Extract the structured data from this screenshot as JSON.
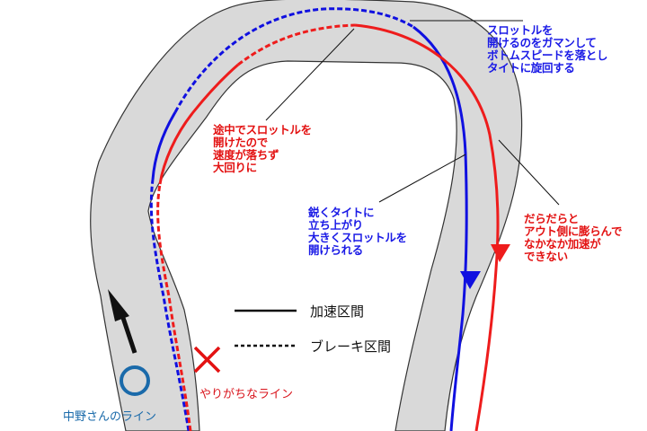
{
  "diagram": {
    "colors": {
      "track_fill": "#d9d9d9",
      "track_edge": "#333333",
      "good_line": "#1010e0",
      "bad_line": "#ee1c1c",
      "good_mark": "#1a6aaa",
      "bad_mark": "#e31212",
      "arrow": "#111111"
    },
    "annotations": {
      "top_right": "スロットルを\n開けるのをガマンして\nボトムスピードを落とし\nタイトに旋回する",
      "middle_red": "途中でスロットルを\n開けたので\n速度が落ちず\n大回りに",
      "middle_blue": "鋭くタイトに\n立ち上がり\n大きくスロットルを\n開けられる",
      "right_red": "だらだらと\nアウト側に膨らんで\nなかなか加速が\nできない"
    },
    "legend": {
      "solid_label": "加速区間",
      "dashed_label": "ブレーキ区間"
    },
    "markers": {
      "good_symbol": "circle",
      "good_caption": "中野さんのライン",
      "bad_symbol": "cross",
      "bad_caption": "やりがちなライン"
    },
    "direction_arrow": "arrow-up-direction-of-travel"
  }
}
